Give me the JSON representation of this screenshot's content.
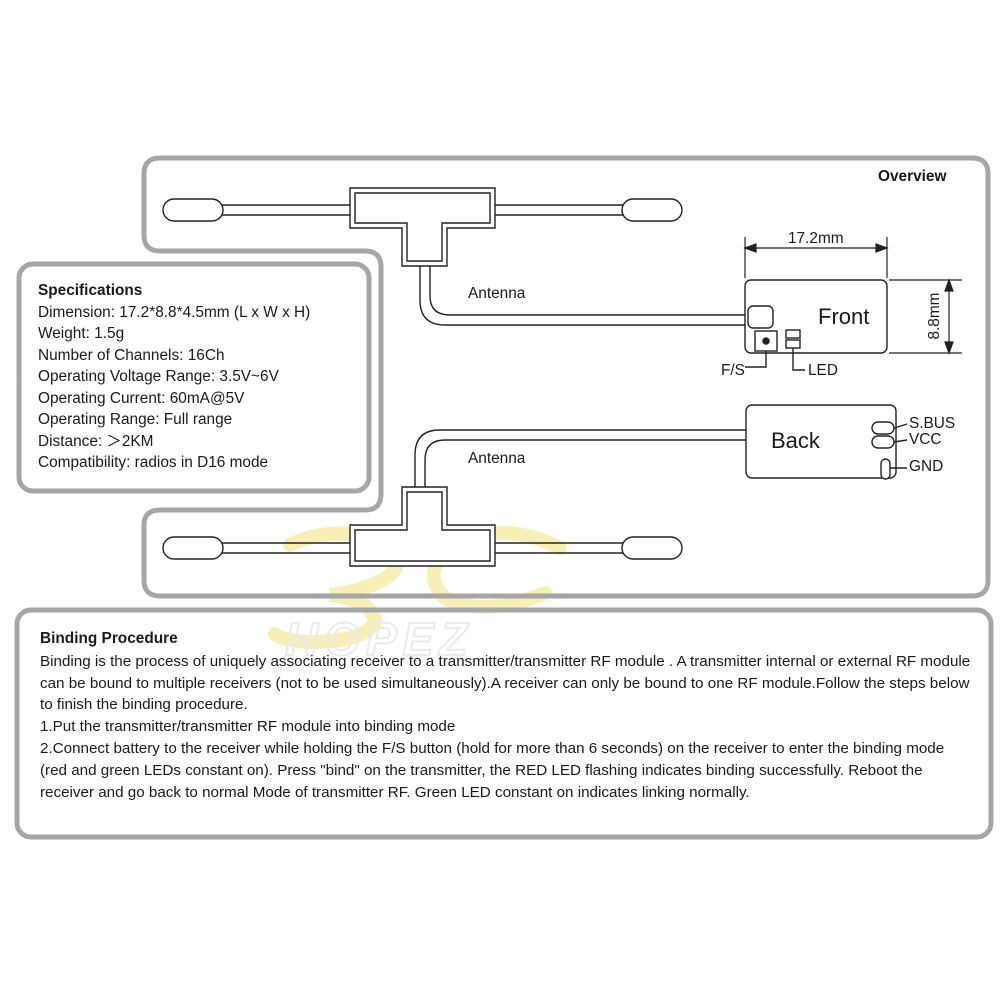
{
  "overview": {
    "title": "Overview"
  },
  "diagram": {
    "antenna_label_top": "Antenna",
    "antenna_label_bottom": "Antenna",
    "front_label": "Front",
    "back_label": "Back",
    "width_dimension": "17.2mm",
    "height_dimension": "8.8mm",
    "fs_label": "F/S",
    "led_label": "LED",
    "pins": [
      "S.BUS",
      "VCC",
      "GND"
    ]
  },
  "specifications": {
    "title": "Specifications",
    "items": [
      "Dimension: 17.2*8.8*4.5mm (L x W x H)",
      "Weight: 1.5g",
      "Number of Channels: 16Ch",
      "Operating Voltage Range: 3.5V~6V",
      "Operating Current: 60mA@5V",
      "Operating Range: Full range",
      "Distance: ＞2KM",
      "Compatibility: radios in D16 mode"
    ]
  },
  "binding": {
    "title": "Binding Procedure",
    "paragraphs": [
      "Binding is the process of uniquely associating receiver to a transmitter/transmitter RF module . A transmitter internal or external RF module can be bound to multiple receivers (not to be used simultaneously).A receiver can only be bound to one RF module.Follow the steps below to finish the binding procedure.",
      "1.Put the transmitter/transmitter RF module into binding mode",
      "2.Connect battery to the receiver while holding the F/S button (hold for more than 6 seconds) on the receiver to enter the binding mode (red and green LEDs constant on). Press \"bind\" on the transmitter, the RED LED flashing indicates binding successfully. Reboot the receiver and go back to normal Mode of transmitter RF. Green LED constant on indicates linking normally."
    ]
  },
  "watermark": {
    "text": "HOPEZ",
    "color": "#f2e27a"
  }
}
